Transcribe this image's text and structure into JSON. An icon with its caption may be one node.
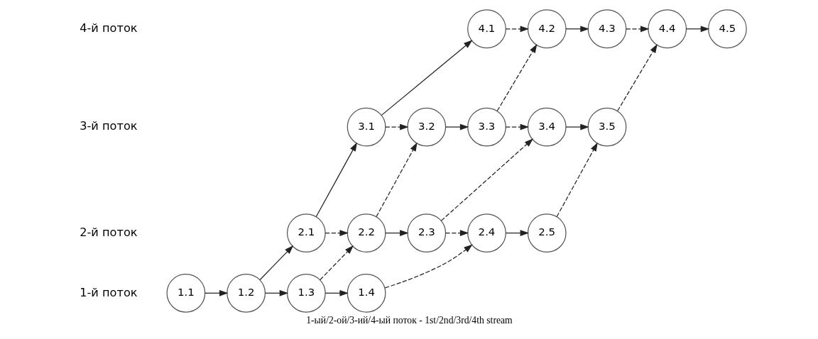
{
  "diagram": {
    "caption": "1-ый/2-ой/3-ий/4-ый поток - 1st/2nd/3rd/4th stream",
    "nodes": [
      {
        "text": [
          "1.1"
        ]
      },
      {
        "text": [
          "1.2"
        ]
      },
      {
        "text": [
          "1.3"
        ]
      },
      {
        "text": [
          "1.4"
        ]
      },
      {
        "text": [
          "2.1"
        ]
      },
      {
        "text": [
          "2.2"
        ]
      },
      {
        "text": [
          "2.3"
        ]
      },
      {
        "text": [
          "2.4"
        ]
      },
      {
        "text": [
          "2.5"
        ]
      },
      {
        "text": [
          "3.1"
        ]
      },
      {
        "text": [
          "3.2"
        ]
      },
      {
        "text": [
          "3.3"
        ]
      },
      {
        "text": [
          "3.4"
        ]
      },
      {
        "text": [
          "3.5"
        ]
      },
      {
        "text": [
          "4.1"
        ]
      },
      {
        "text": [
          "4.2"
        ]
      },
      {
        "text": [
          "4.3"
        ]
      },
      {
        "text": [
          "4.4"
        ]
      },
      {
        "text": [
          "4.5"
        ]
      }
    ],
    "edges": [
      {
        "from": 0,
        "to": 1,
        "arrow": "to"
      },
      {
        "from": 1,
        "to": 2,
        "arrow": "to"
      },
      {
        "from": 2,
        "to": 3,
        "arrow": "to"
      },
      {
        "from": 1,
        "to": 4,
        "arrow": "to"
      },
      {
        "from": 2,
        "to": 5,
        "arrow": "to",
        "style": "dashed"
      },
      {
        "from": 3,
        "to": 7,
        "arrow": "to",
        "style": "dashed"
      },
      {
        "from": 4,
        "to": 5,
        "arrow": "to",
        "style": "dashed"
      },
      {
        "from": 5,
        "to": 6,
        "arrow": "to"
      },
      {
        "from": 6,
        "to": 7,
        "arrow": "to",
        "style": "dashed"
      },
      {
        "from": 7,
        "to": 8,
        "arrow": "to"
      },
      {
        "from": 4,
        "to": 9,
        "arrow": "to"
      },
      {
        "from": 5,
        "to": 10,
        "arrow": "to",
        "style": "dashed"
      },
      {
        "from": 6,
        "to": 12,
        "arrow": "to",
        "style": "dashed"
      },
      {
        "from": 8,
        "to": 13,
        "arrow": "to",
        "style": "dashed"
      },
      {
        "from": 9,
        "to": 10,
        "arrow": "to",
        "style": "dashed"
      },
      {
        "from": 10,
        "to": 11,
        "arrow": "to"
      },
      {
        "from": 11,
        "to": 12,
        "arrow": "to",
        "style": "dashed"
      },
      {
        "from": 12,
        "to": 13,
        "arrow": "to"
      },
      {
        "from": 9,
        "to": 14,
        "arrow": "to"
      },
      {
        "from": 11,
        "to": 15,
        "arrow": "to",
        "style": "dashed"
      },
      {
        "from": 13,
        "to": 17,
        "arrow": "to",
        "style": "dashed"
      },
      {
        "from": 14,
        "to": 15,
        "arrow": "to",
        "style": "dashed"
      },
      {
        "from": 15,
        "to": 16,
        "arrow": "to"
      },
      {
        "from": 16,
        "to": 17,
        "arrow": "to",
        "style": "dashed"
      },
      {
        "from": 17,
        "to": 18,
        "arrow": "to"
      }
    ],
    "labels": [
      "1-й поток",
      "2-й поток",
      "3-й поток",
      "4-й поток"
    ]
  }
}
